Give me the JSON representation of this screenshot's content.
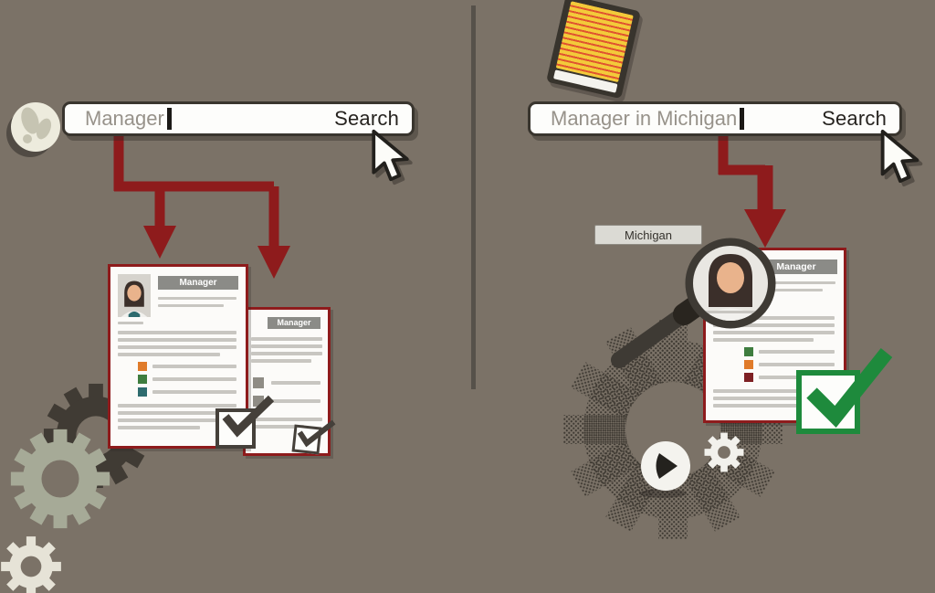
{
  "left": {
    "search": {
      "query": "Manager",
      "button_label": "Search"
    },
    "resume_front": {
      "title": "Manager"
    },
    "resume_back": {
      "title": "Manager"
    }
  },
  "right": {
    "search": {
      "query": "Manager in Michigan",
      "button_label": "Search"
    },
    "location_tag": "Michigan",
    "resume": {
      "title": "Manager"
    }
  },
  "icons": {
    "globe": "globe-icon",
    "cursor": "cursor-icon",
    "notepad": "notepad-icon",
    "magnifier": "magnifier-icon",
    "gear": "gear-icon",
    "checkmark": "checkmark-icon",
    "play_circle": "play-circle-icon",
    "avatar": "avatar-icon"
  },
  "colors": {
    "background": "#7b7267",
    "divider": "#56514a",
    "arrow_red": "#8e1b1c",
    "resume_border": "#8e1b1c",
    "resume_header_bg": "#8b8b87",
    "green_check": "#1e8a3c",
    "gray_check": "#45403a",
    "gear_dark": "#403b34",
    "gear_light": "#a6aa97",
    "search_query_text": "#97928a",
    "search_button_text": "#26231f",
    "accent_orange": "#e07b2a",
    "accent_green": "#3f7d3f",
    "accent_teal": "#2e6b6e",
    "accent_maroon": "#7e2024",
    "notepad_yellow": "#f3ca3a",
    "notepad_lines": "#e05430"
  }
}
